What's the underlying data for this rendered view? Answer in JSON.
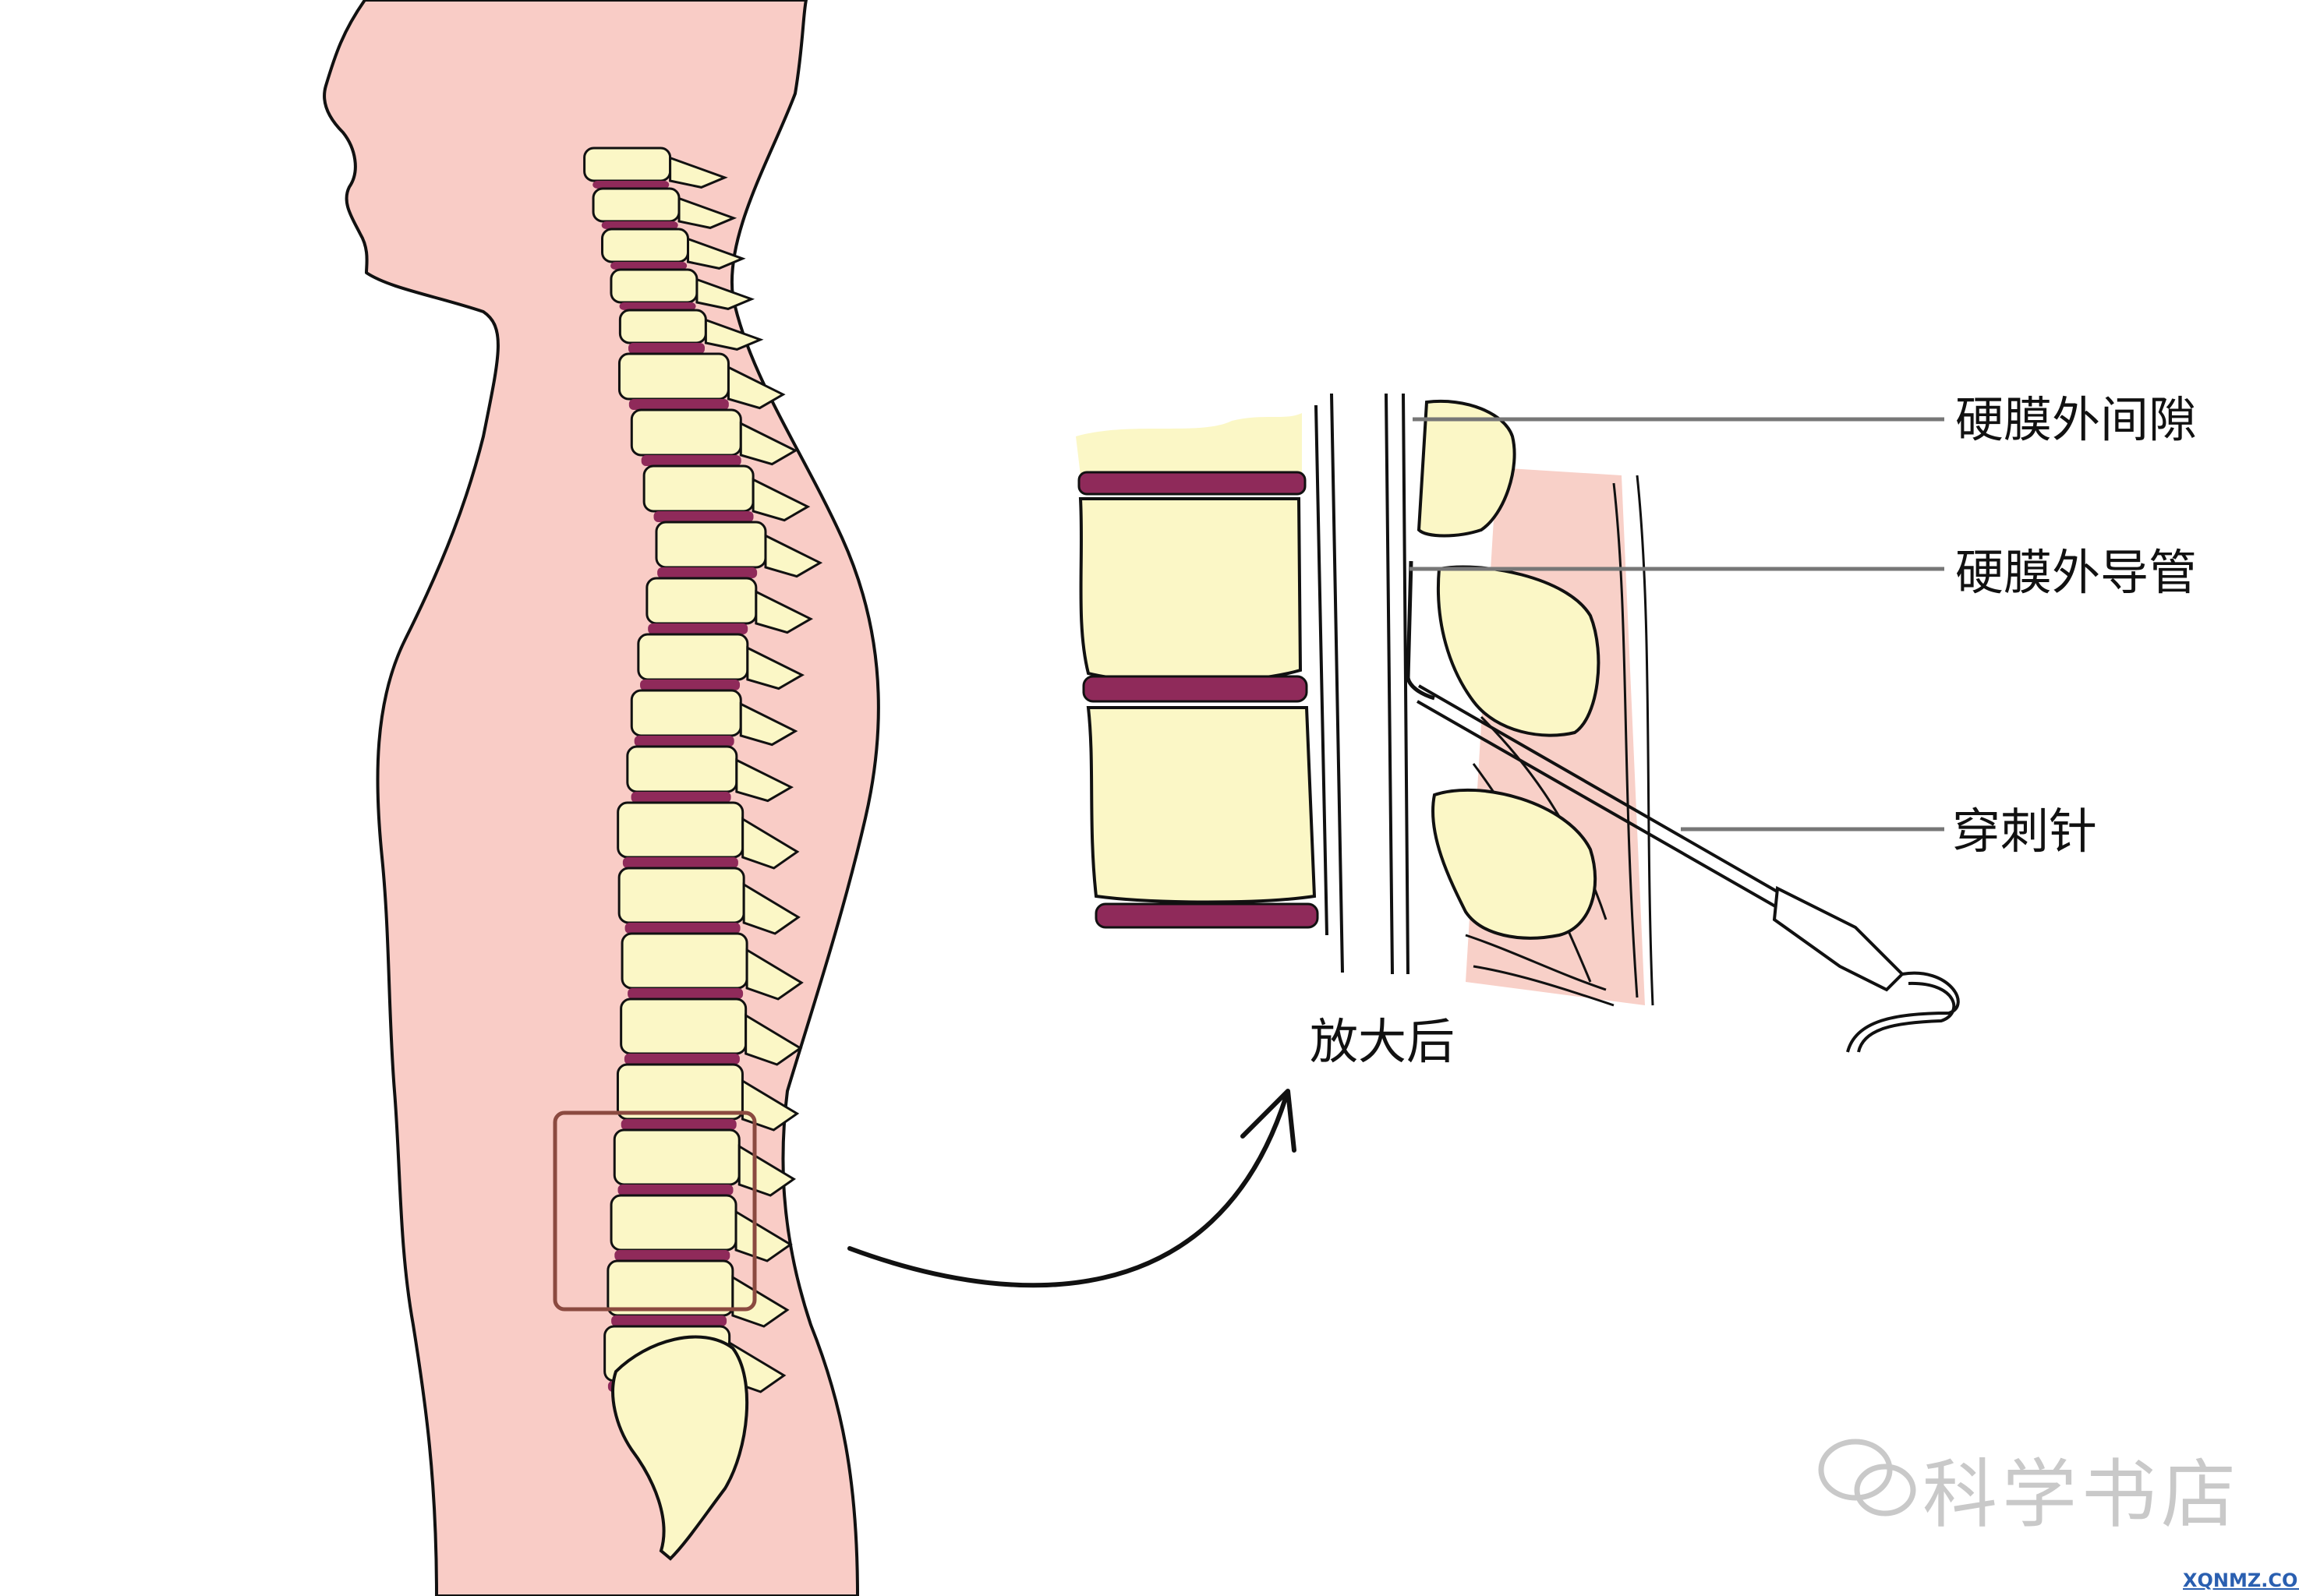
{
  "labels": {
    "epidural_space": "硬膜外间隙",
    "epidural_catheter": "硬膜外导管",
    "puncture_needle": "穿刺针",
    "magnified": "放大后"
  },
  "watermark": {
    "text": "科学书店",
    "site": "XQNMZ.COM",
    "icon": "wechat-icon"
  },
  "colors": {
    "skin": "#f9ccc6",
    "bone": "#fbf7c6",
    "disc": "#8f2a5a",
    "outline": "#111111",
    "leader": "#777777",
    "highlight_box": "#8b4a40"
  }
}
